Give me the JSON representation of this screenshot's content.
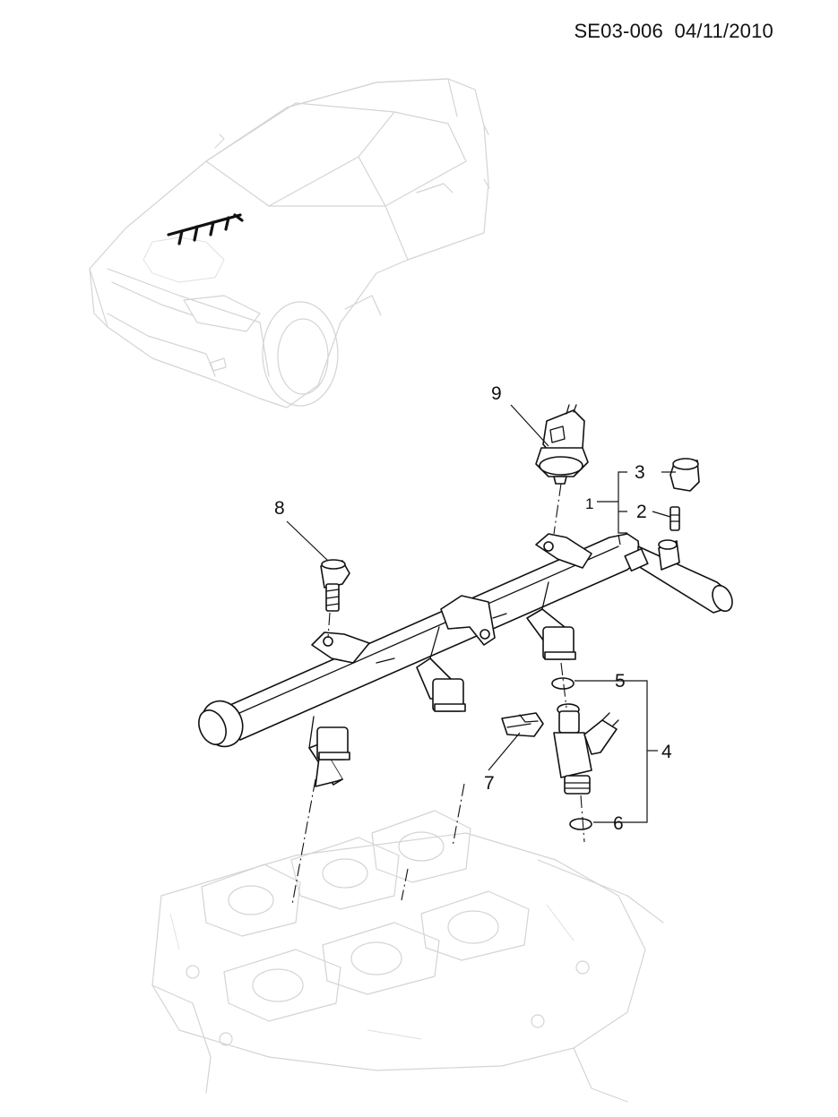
{
  "header": {
    "doc_id": "SE03-006  04/11/2010"
  },
  "callouts": [
    {
      "id": "1",
      "label": "1"
    },
    {
      "id": "2",
      "label": "2"
    },
    {
      "id": "3",
      "label": "3"
    },
    {
      "id": "4",
      "label": "4"
    },
    {
      "id": "5",
      "label": "5"
    },
    {
      "id": "6",
      "label": "6"
    },
    {
      "id": "7",
      "label": "7"
    },
    {
      "id": "8",
      "label": "8"
    },
    {
      "id": "9",
      "label": "9"
    }
  ],
  "colors": {
    "ink": "#111111",
    "ghost": "#d4d4d4",
    "background": "#ffffff"
  }
}
